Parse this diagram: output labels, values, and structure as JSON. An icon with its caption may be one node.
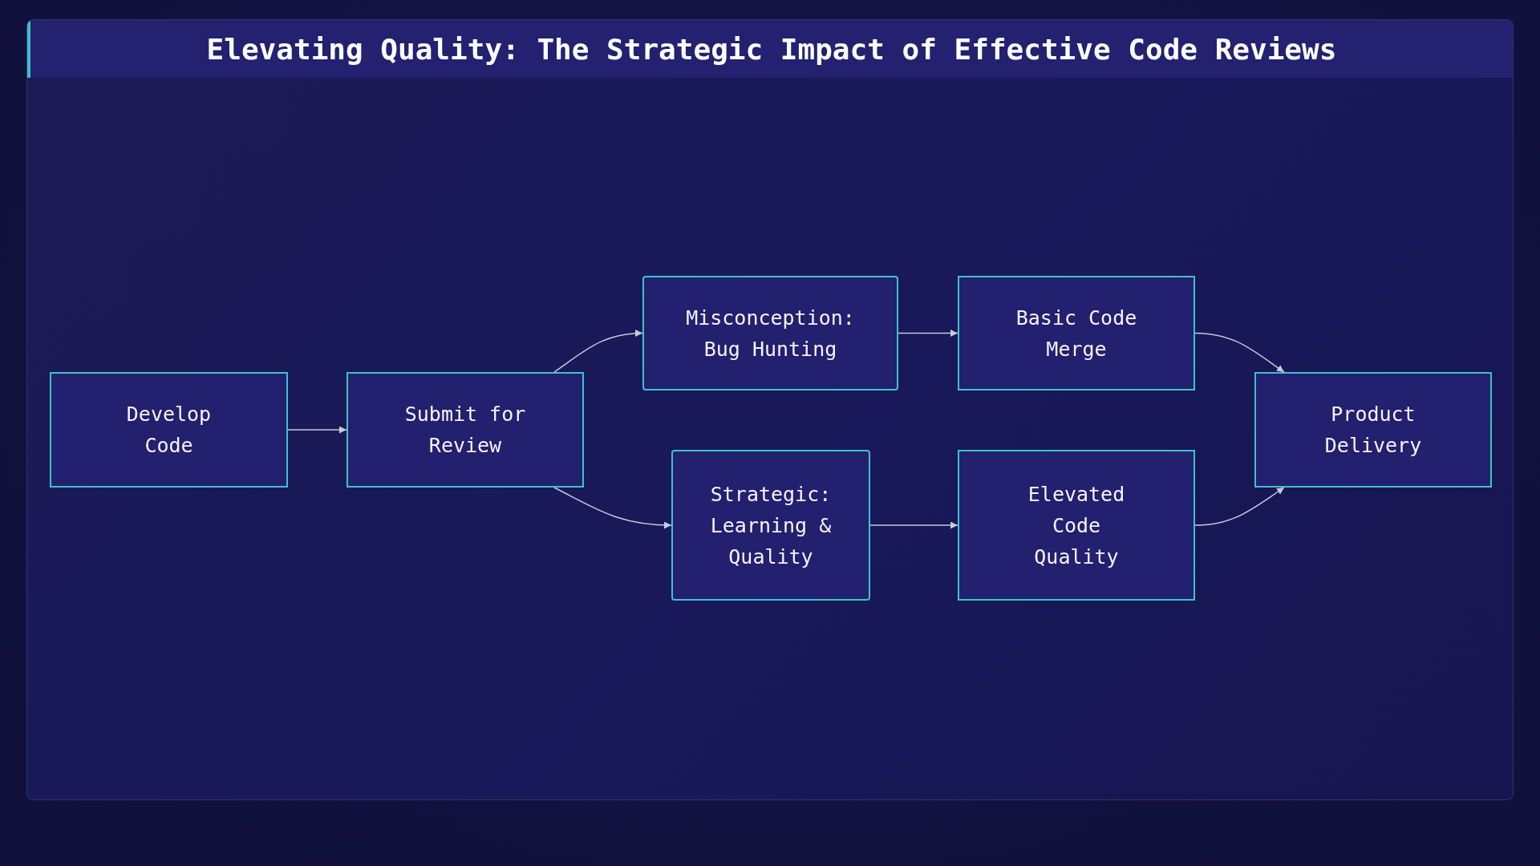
{
  "diagram": {
    "title": "Elevating Quality: The Strategic Impact of Effective Code Reviews",
    "nodes": [
      {
        "text": [
          "Develop Code"
        ]
      },
      {
        "text": [
          "Submit for Review"
        ]
      },
      {
        "text": [
          "Misconception: Bug Hunting"
        ]
      },
      {
        "text": [
          "Basic Code Merge"
        ]
      },
      {
        "text": [
          "Strategic: Learning & Quality"
        ]
      },
      {
        "text": [
          "Elevated Code Quality"
        ]
      },
      {
        "text": [
          "Product Delivery"
        ]
      }
    ],
    "edges": [
      {
        "from": 0,
        "to": 1,
        "arrow": "to"
      },
      {
        "from": 1,
        "to": 2,
        "arrow": "to"
      },
      {
        "from": 1,
        "to": 4,
        "arrow": "to"
      },
      {
        "from": 2,
        "to": 3,
        "arrow": "to"
      },
      {
        "from": 4,
        "to": 5,
        "arrow": "to"
      },
      {
        "from": 3,
        "to": 6,
        "arrow": "to"
      },
      {
        "from": 5,
        "to": 6,
        "arrow": "to"
      }
    ]
  }
}
